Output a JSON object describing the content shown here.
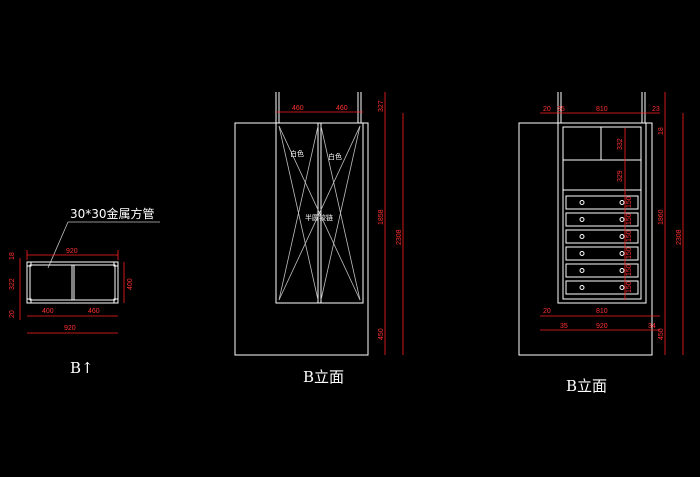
{
  "drawing": {
    "background": "#000000",
    "line_color": "#ffffff",
    "dim_color": "#ff2020",
    "plan": {
      "annotation": "30*30金属方管",
      "label": "B↑",
      "dims": {
        "top_width": "920",
        "left_top": "18",
        "left_mid": "322",
        "left_bottom": "20",
        "right_height": "400",
        "bottom_left": "400",
        "bottom_right": "460",
        "bottom_width": "920"
      }
    },
    "elevation_left": {
      "label": "B立面",
      "text_white_1": "白色",
      "text_white_2": "白色",
      "text_hinge": "半圆铰链",
      "dims": {
        "top_left": "460",
        "top_right": "460",
        "right_top": "327",
        "right_body": "1858",
        "right_total": "2308",
        "right_bottom": "450"
      }
    },
    "elevation_right": {
      "label": "B立面",
      "dims": {
        "top_left": "20",
        "top_left2": "35",
        "top_mid": "810",
        "top_right": "23",
        "right_top": "18",
        "inner_1": "332",
        "inner_2": "329",
        "inner_3": "150",
        "right_body": "1860",
        "right_total": "2308",
        "bottom_mid": "810",
        "bottom_left": "20",
        "bottom_left2": "35",
        "bottom_width": "920",
        "bottom_right": "34",
        "right_bottom": "450",
        "drawer_heights": [
          "150",
          "150",
          "150",
          "150",
          "150",
          "150"
        ]
      }
    }
  }
}
